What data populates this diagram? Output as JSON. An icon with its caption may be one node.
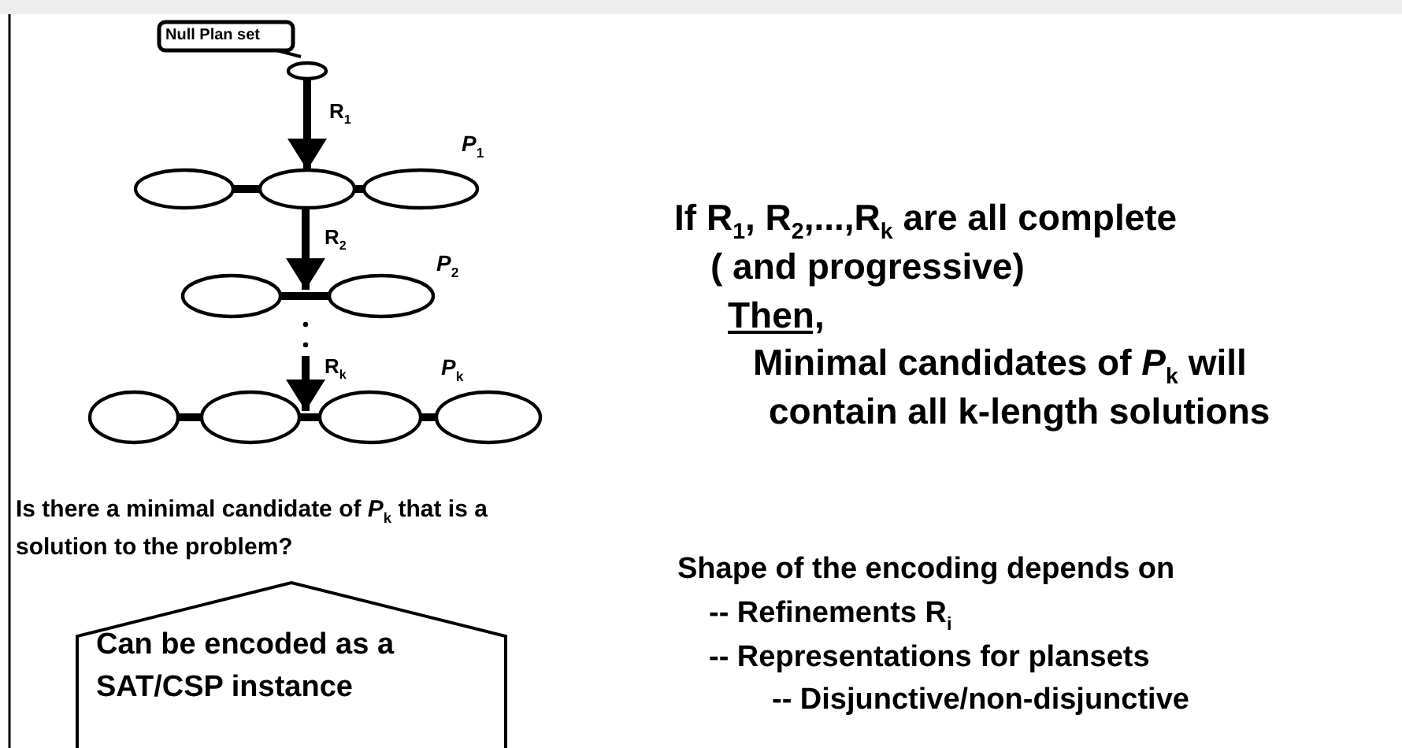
{
  "diagram": {
    "nodes": [
      {
        "text": [
          "Null Plan set"
        ]
      },
      {
        "text": [],
        "shape": "circle"
      },
      {
        "text": [],
        "shape": "circle"
      },
      {
        "text": [],
        "shape": "circle"
      },
      {
        "text": [],
        "shape": "circle"
      },
      {
        "text": [],
        "shape": "circle"
      },
      {
        "text": [],
        "shape": "circle"
      },
      {
        "text": [],
        "shape": "circle"
      },
      {
        "text": [],
        "shape": "circle"
      },
      {
        "text": [],
        "shape": "circle"
      },
      {
        "text": [],
        "shape": "circle"
      },
      {
        "text": [
          "Can be encoded as a SAT/CSP instance"
        ]
      }
    ],
    "edges": [
      {
        "from": 0,
        "to": 1,
        "arrow": "none"
      },
      {
        "from": 1,
        "to": 3,
        "arrow": "to",
        "label": "R$_{1}$"
      },
      {
        "from": 2,
        "to": 3,
        "arrow": "none"
      },
      {
        "from": 3,
        "to": 4,
        "arrow": "none"
      },
      {
        "from": 3,
        "to": 5,
        "arrow": "to",
        "label": "R$_{2}$"
      },
      {
        "from": 5,
        "to": 6,
        "arrow": "none"
      },
      {
        "from": null,
        "to": 8,
        "arrow": "to",
        "label": "R$_{k}$"
      },
      {
        "from": 7,
        "to": 8,
        "arrow": "none"
      },
      {
        "from": 8,
        "to": 9,
        "arrow": "none"
      },
      {
        "from": 9,
        "to": 10,
        "arrow": "none"
      }
    ],
    "labels": [
      "*P*$_{1}$",
      "*P*$_{2}$",
      "*P*$_{k}$",
      "If R$_{1}$, R$_{2}$,...,R$_{k}$ are all complete",
      "( and progressive)",
      "Then,",
      "Minimal candidates of *P*$_{k}$ will",
      "contain all k-length solutions",
      "Is there a minimal candidate of *P*$_{k}$ that is a solution to the problem?",
      "Shape of the encoding depends on",
      "-- Refinements R$_{i}$",
      "-- Representations for plansets",
      "-- Disjunctive/non-disjunctive"
    ]
  }
}
